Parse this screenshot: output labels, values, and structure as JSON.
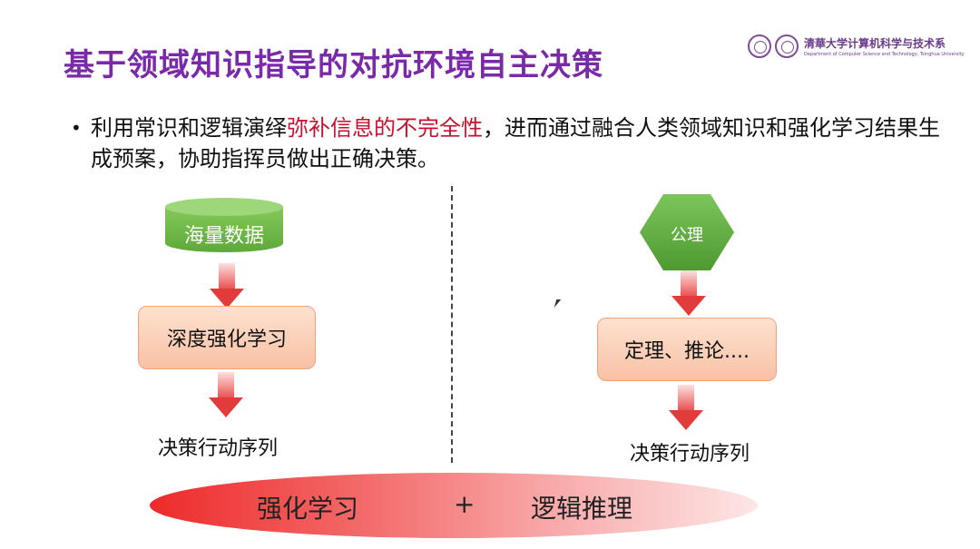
{
  "slide": {
    "title": "基于领域知识指导的对抗环境自主决策",
    "logo": {
      "cn": "清華大学计算机科学与技术系",
      "en": "Department of Computer Science and Technology, Tsinghua University"
    },
    "bullet": {
      "dot": "•",
      "part1": "利用常识和逻辑演绎",
      "highlight": "弥补信息的不完全性",
      "part2": "，进而通过融合人类领域知识和强化学习结果生成预案，协助指挥员做出正确决策。"
    },
    "left_flow": {
      "source": "海量数据",
      "process": "深度强化学习",
      "output": "决策行动序列"
    },
    "right_flow": {
      "source": "公理",
      "process": "定理、推论....",
      "output": "决策行动序列"
    },
    "bottom": {
      "left": "强化学习",
      "plus": "+",
      "right": "逻辑推理"
    },
    "colors": {
      "title": "#7a2aa8",
      "highlight": "#c8102e",
      "green_shape": "#6ab446",
      "box_fill": "#f9c1a4",
      "arrow": "#e23b3b"
    }
  }
}
